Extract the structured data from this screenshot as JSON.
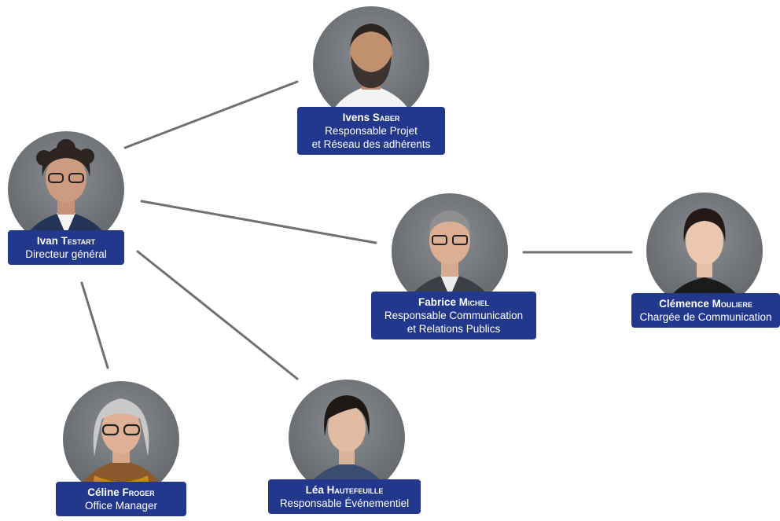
{
  "colors": {
    "label_bg": "#22388c",
    "label_text": "#ffffff",
    "connector": "#707070",
    "photo_bg": "#6f7276"
  },
  "people": {
    "testart": {
      "first": "Ivan",
      "last": "Testart",
      "role": "Directeur général"
    },
    "saber": {
      "first": "Ivens",
      "last": "Saber",
      "role_line1": "Responsable Projet",
      "role_line2": "et Réseau des adhérents"
    },
    "michel": {
      "first": "Fabrice",
      "last": "Michel",
      "role_line1": "Responsable Communication",
      "role_line2": "et Relations Publics"
    },
    "mouliere": {
      "first": "Clémence",
      "last": "Mouliere",
      "role": "Chargée de Communication"
    },
    "froger": {
      "first": "Céline",
      "last": "Froger",
      "role": "Office Manager"
    },
    "hautefeuille": {
      "first": "Léa",
      "last": "Hautefeuille",
      "role": "Responsable Événementiel"
    }
  }
}
